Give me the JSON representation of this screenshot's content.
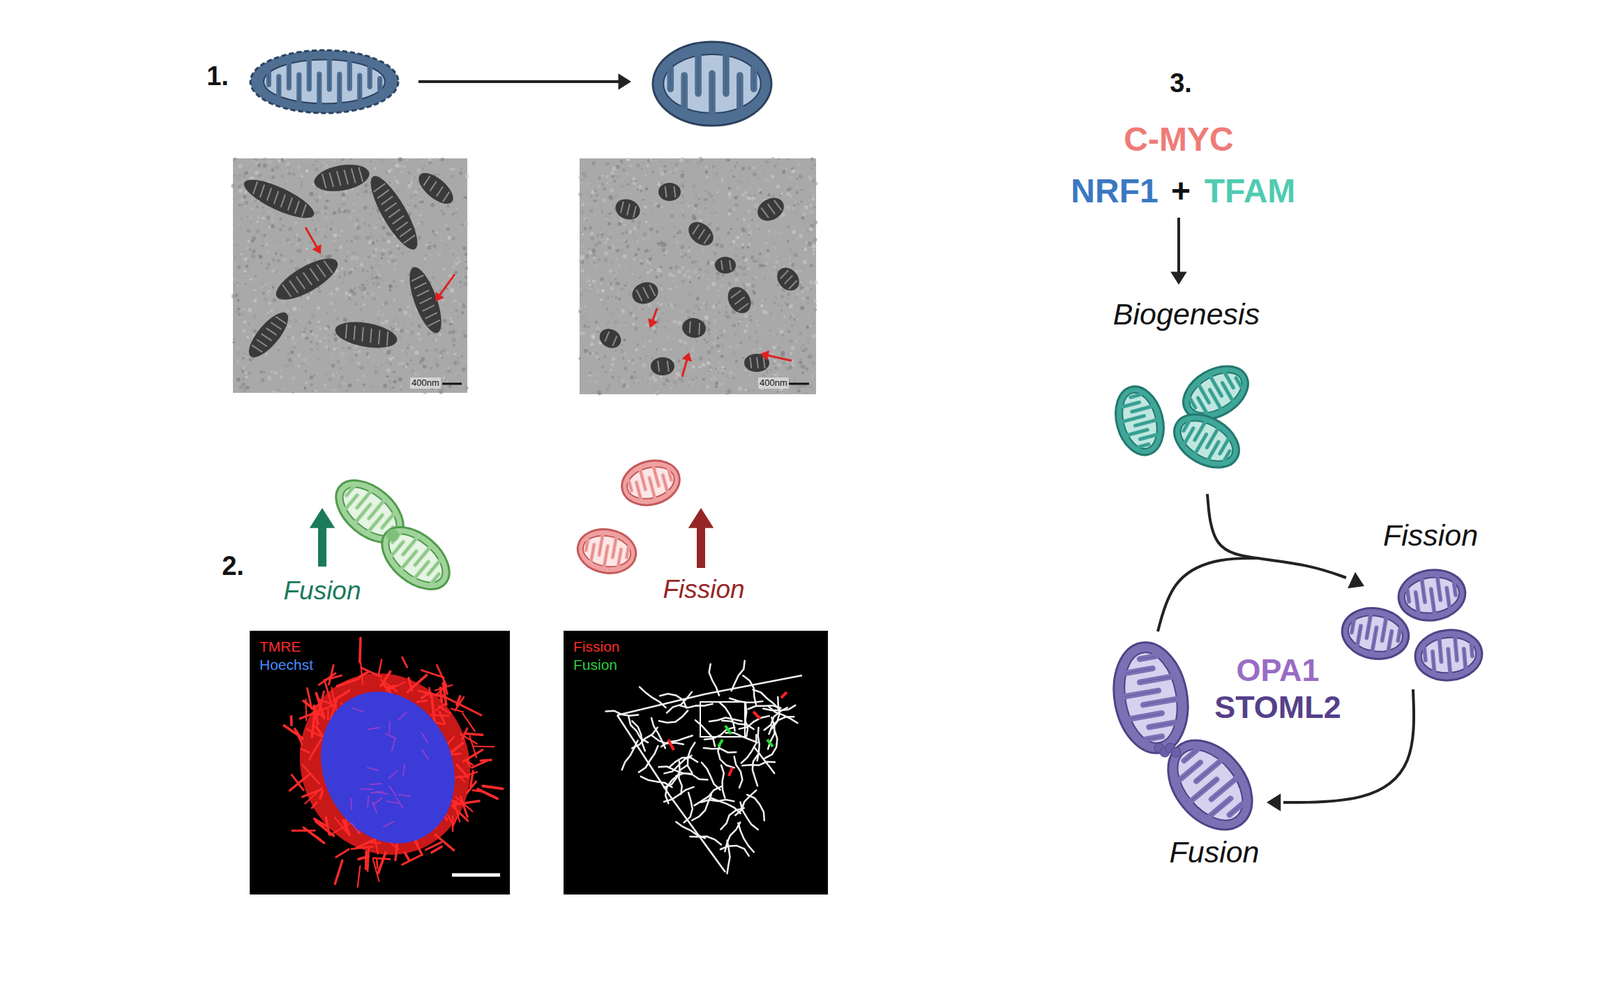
{
  "diagram": {
    "nodes": [
      {
        "text": [
          "400nm"
        ]
      },
      {
        "text": [
          "400nm"
        ]
      },
      {
        "text": [
          "TMRE",
          "Hoechst"
        ]
      },
      {
        "text": [
          "Fission",
          "Fusion"
        ]
      }
    ],
    "labels": [
      "1.",
      "2.",
      "Fusion",
      "Fission",
      "3.",
      "C-MYC",
      "NRF1",
      "+",
      "TFAM",
      "Biogenesis",
      "Fission",
      "OPA1",
      "STOML2",
      "Fusion"
    ]
  }
}
